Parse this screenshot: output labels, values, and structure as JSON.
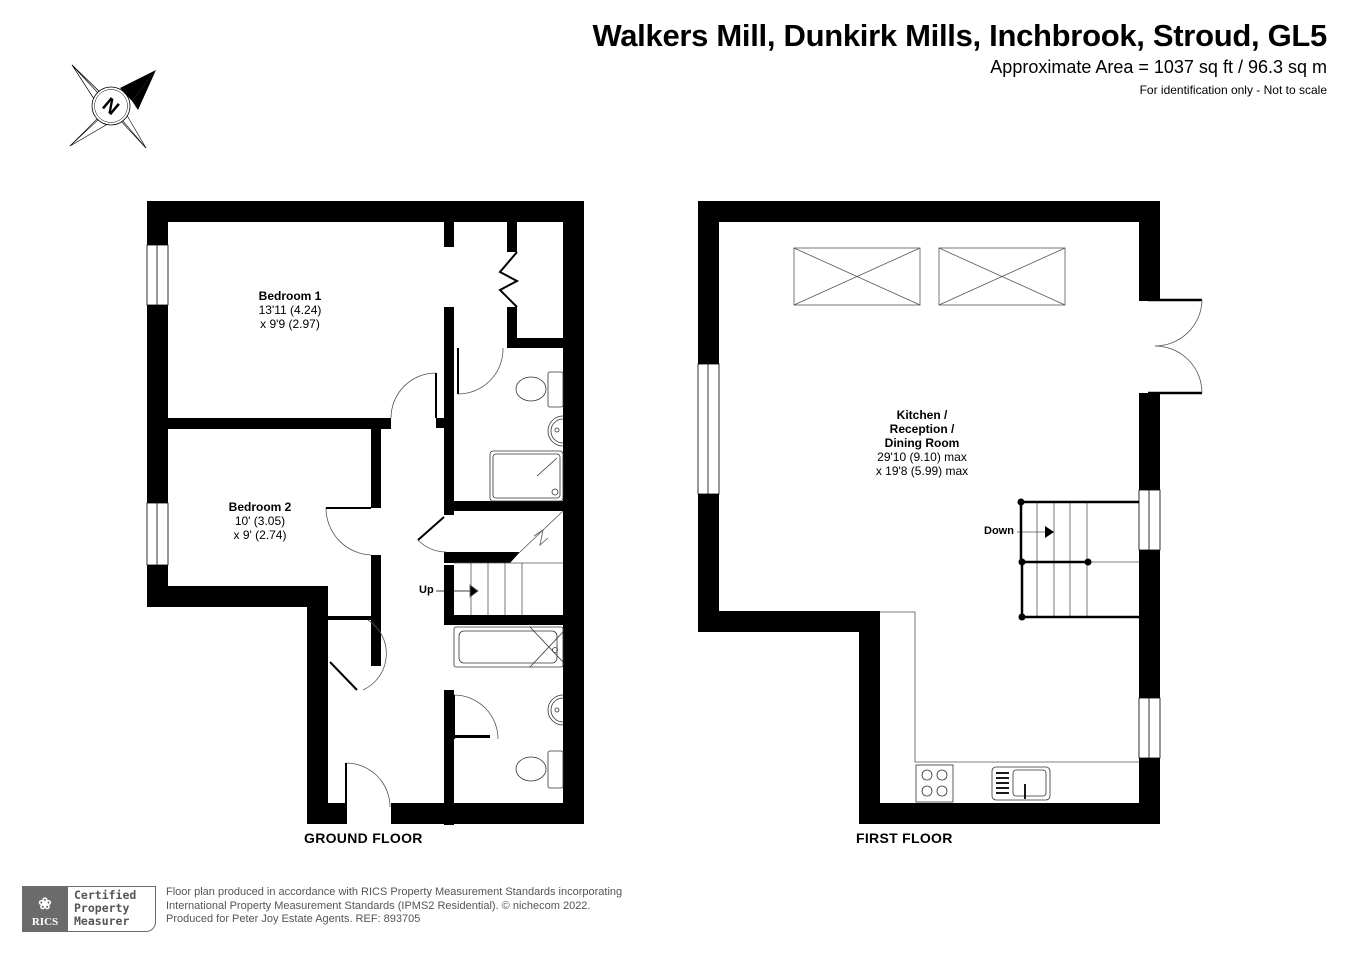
{
  "header": {
    "title": "Walkers Mill, Dunkirk Mills, Inchbrook, Stroud, GL5",
    "approximate_area": "Approximate Area = 1037 sq ft / 96.3 sq m",
    "disclaimer": "For identification only - Not to scale"
  },
  "compass": {
    "icon": "compass-north-icon",
    "letter": "N"
  },
  "ground_floor": {
    "label": "GROUND FLOOR",
    "stair_label": "Up",
    "rooms": [
      {
        "name": "Bedroom 1",
        "dim1": "13'11 (4.24)",
        "dim2": "x 9'9 (2.97)"
      },
      {
        "name": "Bedroom 2",
        "dim1": "10' (3.05)",
        "dim2": "x 9' (2.74)"
      }
    ],
    "fixtures": [
      "shower-tray-icon",
      "basin-icon",
      "toilet-icon",
      "bath-icon",
      "basin-icon",
      "toilet-icon",
      "wardrobe-doors-icon"
    ]
  },
  "first_floor": {
    "label": "FIRST FLOOR",
    "stair_label": "Down",
    "rooms": [
      {
        "name1": "Kitchen /",
        "name2": "Reception /",
        "name3": "Dining Room",
        "dim1": "29'10 (9.10) max",
        "dim2": "x 19'8 (5.99) max"
      }
    ],
    "fixtures": [
      "skylight-icon",
      "skylight-icon",
      "french-doors-icon",
      "hob-icon",
      "sink-icon"
    ]
  },
  "footer": {
    "rics_logo": "RICS",
    "cert_line1": "Certified",
    "cert_line2": "Property",
    "cert_line3": "Measurer",
    "text_line1": "Floor plan produced in accordance with RICS Property Measurement Standards incorporating",
    "text_line2": "International Property Measurement Standards (IPMS2 Residential).  © nichecom 2022.",
    "text_line3": "Produced for Peter Joy Estate Agents.   REF:  893705"
  }
}
